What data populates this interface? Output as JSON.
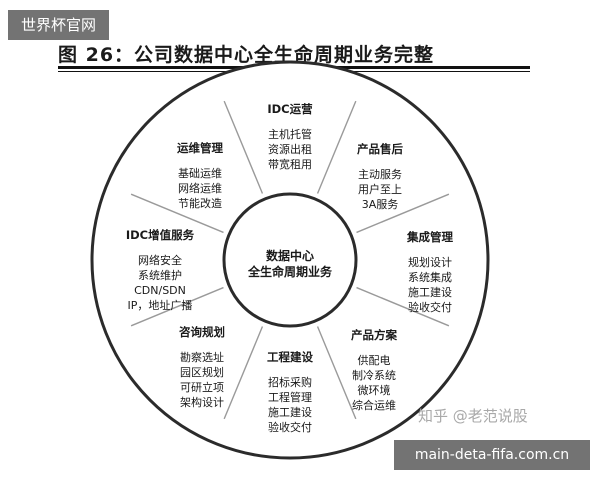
{
  "watermarks": {
    "top_left": "世界杯官网",
    "bottom_right": "main-deta-fifa.com.cn",
    "zhihu": "知乎 @老范说股"
  },
  "figure": {
    "title": "图 26：公司数据中心全生命周期业务完整"
  },
  "center": {
    "line1": "数据中心",
    "line2": "全生命周期业务"
  },
  "sectors": [
    {
      "key": "idc-ops",
      "title": "IDC运营",
      "items": [
        "主机托管",
        "资源出租",
        "带宽租用"
      ]
    },
    {
      "key": "product-after-sales",
      "title": "产品售后",
      "items": [
        "主动服务",
        "用户至上",
        "3A服务"
      ]
    },
    {
      "key": "integration-mgmt",
      "title": "集成管理",
      "items": [
        "规划设计",
        "系统集成",
        "施工建设",
        "验收交付"
      ]
    },
    {
      "key": "product-solution",
      "title": "产品方案",
      "items": [
        "供配电",
        "制冷系统",
        "微环境",
        "综合运维"
      ]
    },
    {
      "key": "engineering",
      "title": "工程建设",
      "items": [
        "招标采购",
        "工程管理",
        "施工建设",
        "验收交付"
      ]
    },
    {
      "key": "consulting",
      "title": "咨询规划",
      "items": [
        "勘察选址",
        "园区规划",
        "可研立项",
        "架构设计"
      ]
    },
    {
      "key": "idc-value-added",
      "title": "IDC增值服务",
      "items": [
        "网络安全",
        "系统维护",
        "CDN/SDN",
        "IP，地址广播"
      ]
    },
    {
      "key": "ops-mgmt",
      "title": "运维管理",
      "items": [
        "基础运维",
        "网络运维",
        "节能改造"
      ]
    }
  ],
  "colors": {
    "ring_stroke": "#2b2b2b",
    "spoke": "#9a9a9a",
    "text": "#1a1a1a"
  }
}
